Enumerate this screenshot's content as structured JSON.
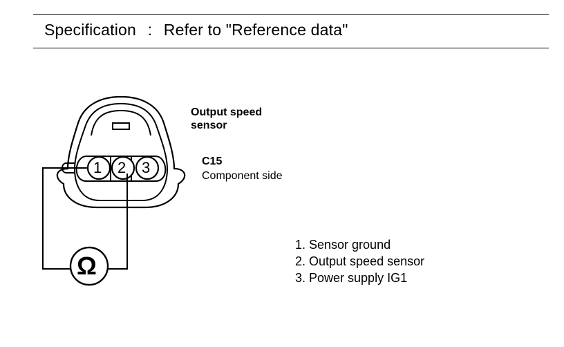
{
  "spec": {
    "label": "Specification",
    "separator": ":",
    "value": "Refer to \"Reference data\""
  },
  "connector": {
    "name_line1": "Output speed",
    "name_line2": "sensor",
    "code": "C15",
    "side": "Component side",
    "pins": [
      "1",
      "2",
      "3"
    ]
  },
  "meter": {
    "symbol": "Ω"
  },
  "legend": [
    "1. Sensor ground",
    "2. Output speed sensor",
    "3. Power supply IG1"
  ]
}
